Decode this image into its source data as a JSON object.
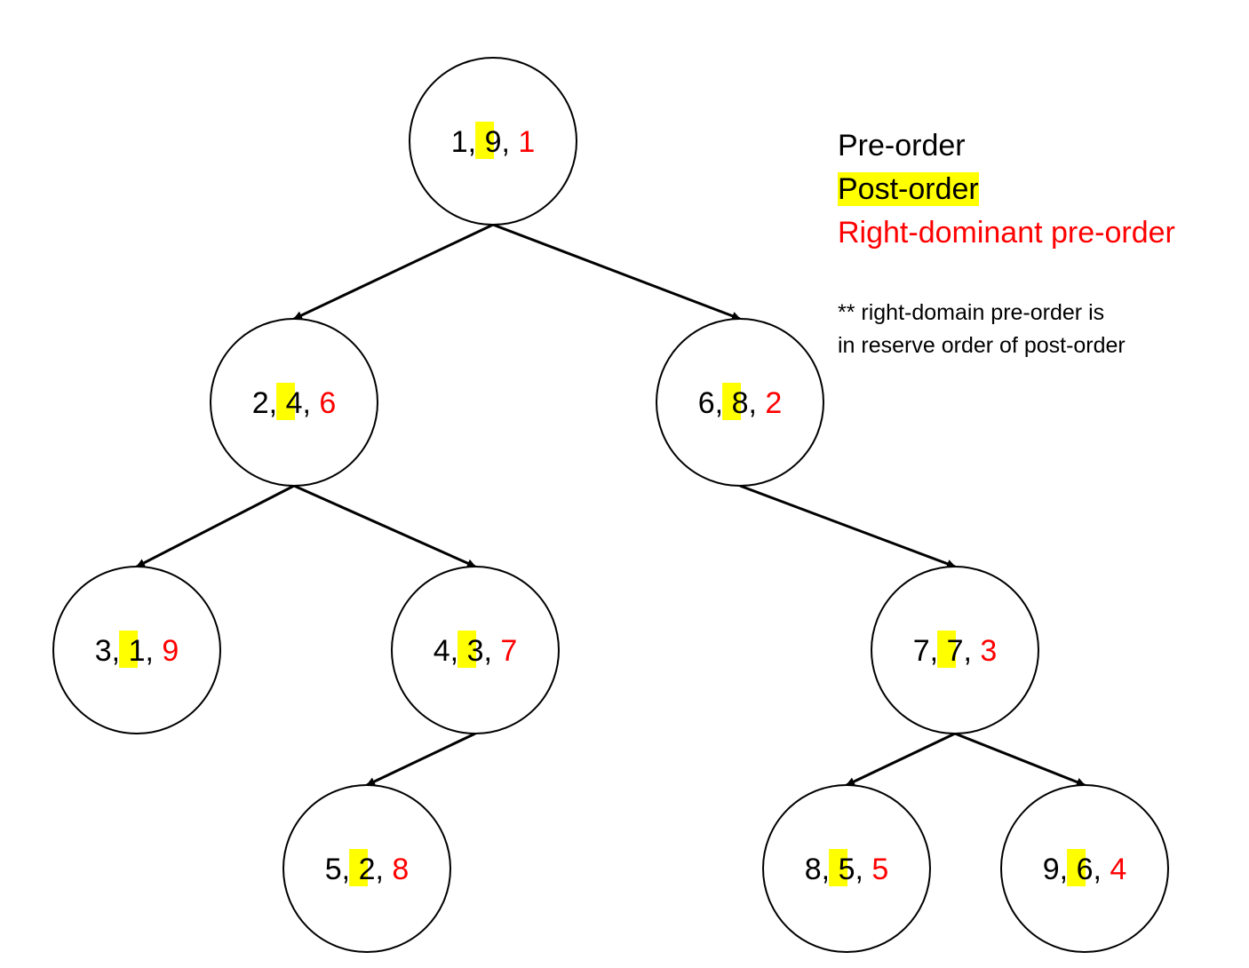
{
  "legend": {
    "pre_order": "Pre-order",
    "post_order": "Post-order",
    "right_dominant": "Right-dominant pre-order"
  },
  "note": {
    "line1": "** right-domain pre-order is",
    "line2": "in reserve order of post-order"
  },
  "colors": {
    "pre": "#000000",
    "post_highlight": "#ffff00",
    "right_dominant": "#ff0000",
    "stroke": "#000000"
  },
  "separator": ", ",
  "nodes": [
    {
      "id": "n1",
      "pre": "1",
      "post": "9",
      "rd": "1"
    },
    {
      "id": "n2",
      "pre": "2",
      "post": "4",
      "rd": "6"
    },
    {
      "id": "n3",
      "pre": "3",
      "post": "1",
      "rd": "9"
    },
    {
      "id": "n4",
      "pre": "4",
      "post": "3",
      "rd": "7"
    },
    {
      "id": "n5",
      "pre": "5",
      "post": "2",
      "rd": "8"
    },
    {
      "id": "n6",
      "pre": "6",
      "post": "8",
      "rd": "2"
    },
    {
      "id": "n7",
      "pre": "7",
      "post": "7",
      "rd": "3"
    },
    {
      "id": "n8",
      "pre": "8",
      "post": "5",
      "rd": "5"
    },
    {
      "id": "n9",
      "pre": "9",
      "post": "6",
      "rd": "4"
    }
  ],
  "edges": [
    {
      "from": "n1",
      "to": "n2"
    },
    {
      "from": "n1",
      "to": "n6"
    },
    {
      "from": "n2",
      "to": "n3"
    },
    {
      "from": "n2",
      "to": "n4"
    },
    {
      "from": "n4",
      "to": "n5"
    },
    {
      "from": "n6",
      "to": "n7"
    },
    {
      "from": "n7",
      "to": "n8"
    },
    {
      "from": "n7",
      "to": "n9"
    }
  ]
}
